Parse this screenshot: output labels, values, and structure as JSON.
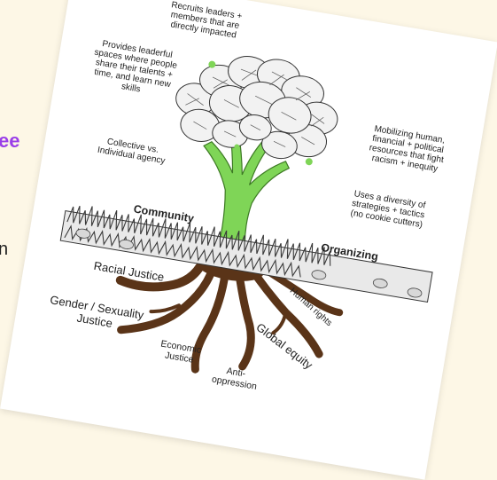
{
  "background_fragments": {
    "purple_word": "ee",
    "dark_word": "n"
  },
  "diagram": {
    "branch_notes": [
      "Recruits leaders +\nmembers that are\ndirectly impacted",
      "Provides leaderful\nspaces where people\nshare their talents +\ntime, and learn new\nskills",
      "Collective vs.\nIndividual agency",
      "Mobilizing human,\nfinancial + political\nresources that fight\nracism + inequity",
      "Uses a diversity of\nstrategies + tactics\n(no cookie cutters)"
    ],
    "ground_labels": {
      "left": "Community",
      "right": "Organizing"
    },
    "root_labels": [
      "Racial Justice",
      "Gender / Sexuality\nJustice",
      "Economic\nJustice",
      "Anti-\noppression",
      "Global equity",
      "Human rights"
    ]
  },
  "colors": {
    "trunk": "#7fd557",
    "roots": "#5a3418",
    "grass": "#3a3a3a",
    "purple": "#9a3ee8"
  }
}
